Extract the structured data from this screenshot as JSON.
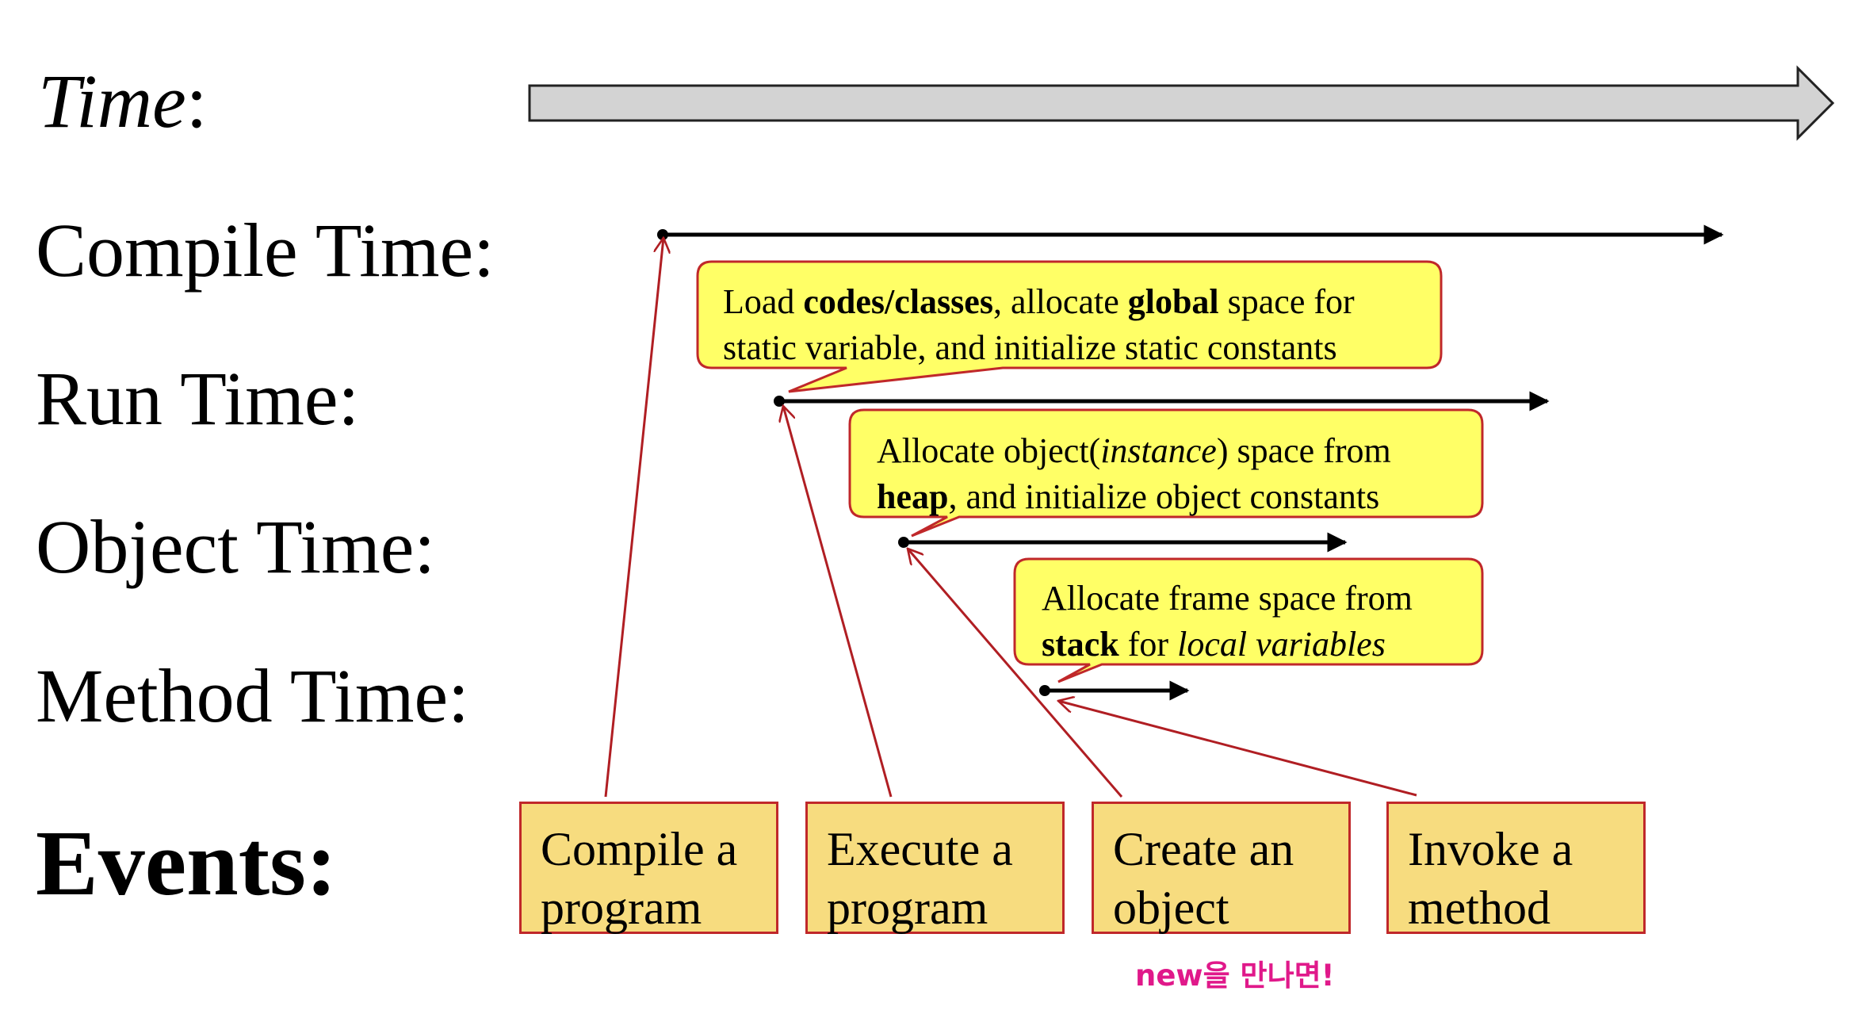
{
  "labels": {
    "time": "Time",
    "time_colon": ":",
    "compile_time": "Compile Time:",
    "run_time": "Run Time:",
    "object_time": "Object Time:",
    "method_time": "Method Time:",
    "events": "Events:"
  },
  "callouts": [
    {
      "line1": [
        {
          "text": "Load ",
          "style": "normal"
        },
        {
          "text": "codes/classes",
          "style": "bold"
        },
        {
          "text": ", allocate ",
          "style": "normal"
        },
        {
          "text": "global",
          "style": "bold"
        },
        {
          "text": " space for",
          "style": "normal"
        }
      ],
      "line2": [
        {
          "text": "static variable, and initialize static constants",
          "style": "normal"
        }
      ]
    },
    {
      "line1": [
        {
          "text": "Allocate object(",
          "style": "normal"
        },
        {
          "text": "instance",
          "style": "italic"
        },
        {
          "text": ") space from",
          "style": "normal"
        }
      ],
      "line2": [
        {
          "text": "heap",
          "style": "bold"
        },
        {
          "text": ", and initialize object constants",
          "style": "normal"
        }
      ]
    },
    {
      "line1": [
        {
          "text": "Allocate frame space from",
          "style": "normal"
        }
      ],
      "line2": [
        {
          "text": "stack",
          "style": "bold"
        },
        {
          "text": " for ",
          "style": "normal"
        },
        {
          "text": "local variables",
          "style": "italic"
        }
      ]
    }
  ],
  "events": [
    {
      "line1": "Compile a",
      "line2": "program"
    },
    {
      "line1": "Execute a",
      "line2": "program"
    },
    {
      "line1": "Create an",
      "line2": "object"
    },
    {
      "line1": "Invoke a",
      "line2": "method"
    }
  ],
  "note": "new을 만나면!",
  "colors": {
    "time_arrow_fill": "#d3d3d3",
    "callout_fill": "#ffff66",
    "callout_border": "#c0282a",
    "event_fill": "#f7dc7f",
    "event_border": "#c0282a",
    "pointer_line": "#b01e23",
    "note": "#e0198a"
  }
}
